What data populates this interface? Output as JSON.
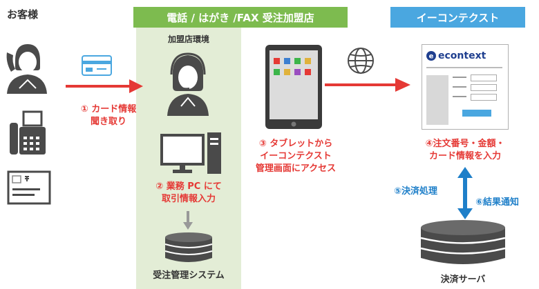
{
  "customer": {
    "title": "お客様"
  },
  "store": {
    "header": "電話 / はがき /FAX 受注加盟店",
    "environment_label": "加盟店環境",
    "system_label": "受注管理システム"
  },
  "econtext": {
    "header": "イーコンテクスト",
    "logo_text": "econtext",
    "server_label": "決済サーバ"
  },
  "steps": {
    "s1": [
      "① カード情報",
      "聞き取り"
    ],
    "s2": [
      "② 業務 PC にて",
      "取引情報入力"
    ],
    "s3": [
      "③ タブレットから",
      "イーコンテクスト",
      "管理画面にアクセス"
    ],
    "s4": [
      "④注文番号・金額・",
      "カード情報を入力"
    ],
    "s5": "⑤決済処理",
    "s6": "⑥結果通知"
  },
  "colors": {
    "green_header": "#7dbb4f",
    "green_band": "#e3edd6",
    "blue_header": "#4aa7e0",
    "red_arrow": "#e53935",
    "blue_arrow": "#1e7fc9",
    "icon_dark": "#4a4a4a"
  },
  "icons": [
    "customer-phone-icon",
    "fax-icon",
    "postcard-icon",
    "credit-card-icon",
    "operator-headset-icon",
    "desktop-pc-icon",
    "database-icon",
    "tablet-icon",
    "globe-icon",
    "econtext-logo-icon",
    "web-form-icon"
  ]
}
